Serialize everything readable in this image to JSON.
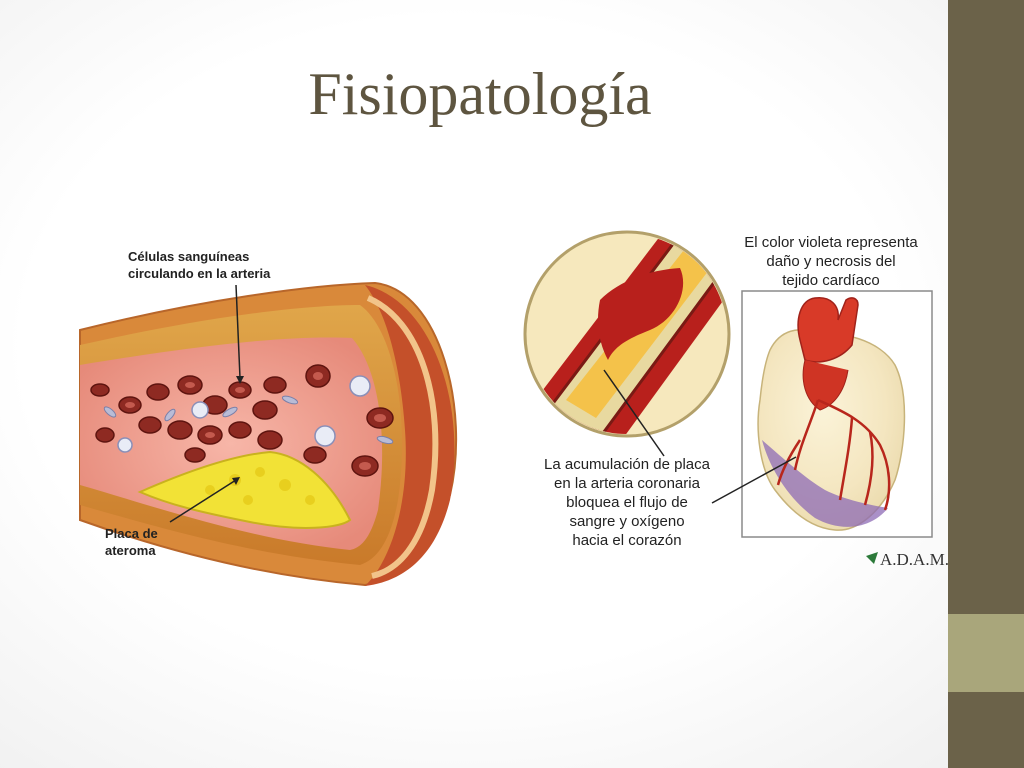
{
  "slide": {
    "title": "Fisiopatología",
    "colors": {
      "sidebar": "#6b6249",
      "sidebar_accent": "#a9a67b",
      "title": "#5e5540"
    }
  },
  "artery_figure": {
    "label_cells_line1": "Células sanguíneas",
    "label_cells_line2": "circulando en la arteria",
    "label_plaque_line1": "Placa de",
    "label_plaque_line2": "ateroma"
  },
  "heart_figure": {
    "violet_line1": "El color violeta representa",
    "violet_line2": "daño y necrosis del",
    "violet_line3": "tejido cardíaco",
    "plaque_line1": "La acumulación de placa",
    "plaque_line2": "en la arteria coronaria",
    "plaque_line3": "bloquea el flujo de",
    "plaque_line4": "sangre y oxígeno",
    "plaque_line5": "hacia el corazón",
    "logo": "A.D.A.M."
  }
}
